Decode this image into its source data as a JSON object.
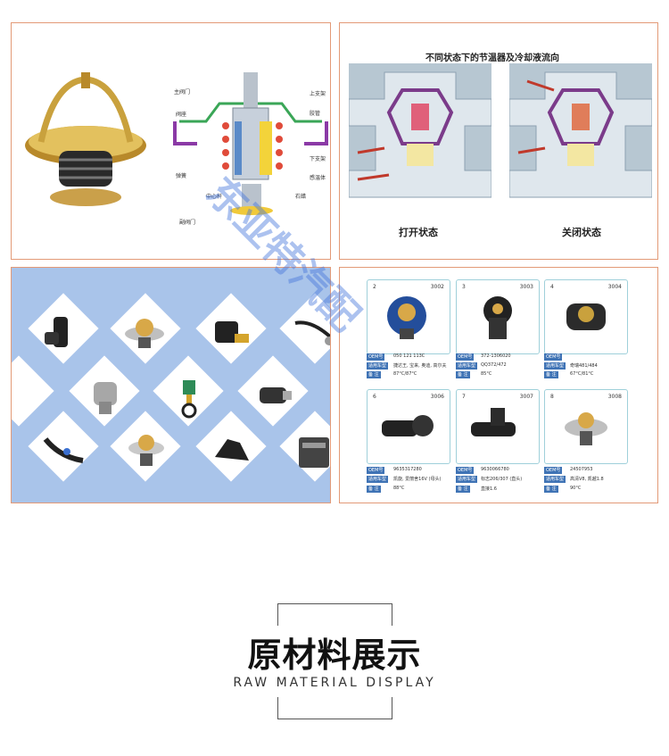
{
  "panel1": {
    "labels": [
      "主阀门",
      "阀座",
      "弹簧",
      "中心杆",
      "副阀门",
      "上支架",
      "胶管",
      "下支架",
      "感温体",
      "石蜡"
    ]
  },
  "panel2": {
    "title": "不同状态下的节温器及冷却液流向",
    "open_label": "打开状态",
    "closed_label": "关闭状态"
  },
  "catalog": {
    "cards": [
      {
        "num": "2",
        "code": "3002",
        "oem_tag": "OEM号",
        "oem": "050 121 113C",
        "type_tag": "适用车型",
        "type": "捷达王, 宝来, 奥迪, 高尔夫",
        "note_tag": "备 注",
        "note": "87°C/87°C"
      },
      {
        "num": "3",
        "code": "3003",
        "oem_tag": "OEM号",
        "oem": "372-1306020",
        "type_tag": "适用车型",
        "type": "QQ372/472",
        "note_tag": "备 注",
        "note": "85°C"
      },
      {
        "num": "4",
        "code": "3004",
        "oem_tag": "OEM号",
        "oem": "",
        "type_tag": "适用车型",
        "type": "奇瑞481/484",
        "note_tag": "备 注",
        "note": "67°C/81°C"
      },
      {
        "num": "6",
        "code": "3006",
        "oem_tag": "OEM号",
        "oem": "9635317280",
        "type_tag": "适用车型",
        "type": "凯旋, 爱丽舍16V (母头)",
        "note_tag": "备 注",
        "note": "88°C"
      },
      {
        "num": "7",
        "code": "3007",
        "oem_tag": "OEM号",
        "oem": "9630066780",
        "type_tag": "适用车型",
        "type": "标志206/307 (直头)",
        "note_tag": "备 注",
        "note": "直接1.6"
      },
      {
        "num": "8",
        "code": "3008",
        "oem_tag": "OEM号",
        "oem": "24507953",
        "type_tag": "适用车型",
        "type": "高清V8, 凯越1.8",
        "note_tag": "备 注",
        "note": "90°C"
      }
    ]
  },
  "section": {
    "title": "原材料展示",
    "subtitle": "RAW MATERIAL DISPLAY"
  },
  "watermark": "东亚特汽配",
  "colors": {
    "panel_border": "#e39a77",
    "blue_bg": "#a9c4ea",
    "oem_blue": "#3f73b5"
  }
}
